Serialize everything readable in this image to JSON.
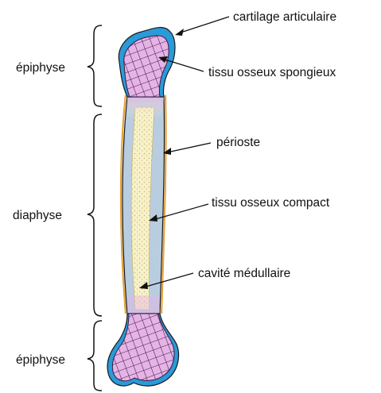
{
  "regions": [
    {
      "label": "épiphyse"
    },
    {
      "label": "diaphyse"
    },
    {
      "label": "épiphyse"
    }
  ],
  "callouts": [
    {
      "label": "cartilage articulaire"
    },
    {
      "label": "tissu osseux spongieux"
    },
    {
      "label": "périoste"
    },
    {
      "label": "tissu osseux compact"
    },
    {
      "label": "cavité médullaire"
    }
  ],
  "colors": {
    "cartilage": "#2a9ad8",
    "spongy_fill": "#e6b3e6",
    "spongy_mesh": "#3a1a44",
    "compact_bone": "#b9cde0",
    "marrow": "#f7f1c8",
    "periosteum": "#e8a23a",
    "outline": "#1a1a1a"
  }
}
